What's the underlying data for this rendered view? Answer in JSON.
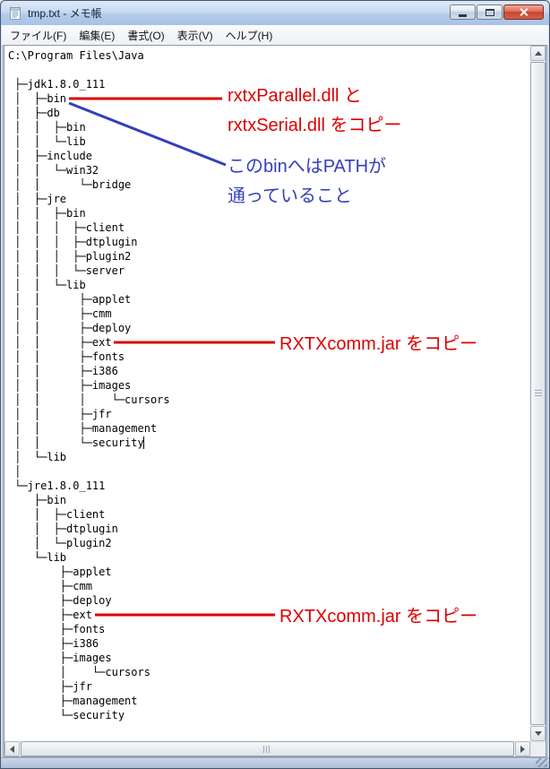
{
  "window": {
    "title": "tmp.txt - メモ帳"
  },
  "menu": {
    "items": [
      "ファイル(F)",
      "編集(E)",
      "書式(O)",
      "表示(V)",
      "ヘルプ(H)"
    ]
  },
  "editor": {
    "tree_text": "C:\\Program Files\\Java\n\n ├─jdk1.8.0_111\n │  ├─bin\n │  ├─db\n │  │  ├─bin\n │  │  └─lib\n │  ├─include\n │  │  └─win32\n │  │      └─bridge\n │  ├─jre\n │  │  ├─bin\n │  │  │  ├─client\n │  │  │  ├─dtplugin\n │  │  │  ├─plugin2\n │  │  │  └─server\n │  │  └─lib\n │  │      ├─applet\n │  │      ├─cmm\n │  │      ├─deploy\n │  │      ├─ext\n │  │      ├─fonts\n │  │      ├─i386\n │  │      ├─images\n │  │      │    └─cursors\n │  │      ├─jfr\n │  │      ├─management\n │  │      └─security\n │  └─lib\n │\n └─jre1.8.0_111\n    ├─bin\n    │  ├─client\n    │  ├─dtplugin\n    │  └─plugin2\n    └─lib\n        ├─applet\n        ├─cmm\n        ├─deploy\n        ├─ext\n        ├─fonts\n        ├─i386\n        ├─images\n        │    └─cursors\n        ├─jfr\n        ├─management\n        └─security"
  },
  "annotations": {
    "colors": {
      "red": "#dd0000",
      "blue": "#3340b8"
    },
    "copy_dll": {
      "line1": "rxtxParallel.dll と",
      "line2": "rxtxSerial.dll をコピー"
    },
    "path_note": {
      "line1": "このbinへはPATHが",
      "line2": "通っていること"
    },
    "copy_jar_jdk": "RXTXcomm.jar をコピー",
    "copy_jar_jre": "RXTXcomm.jar をコピー"
  }
}
